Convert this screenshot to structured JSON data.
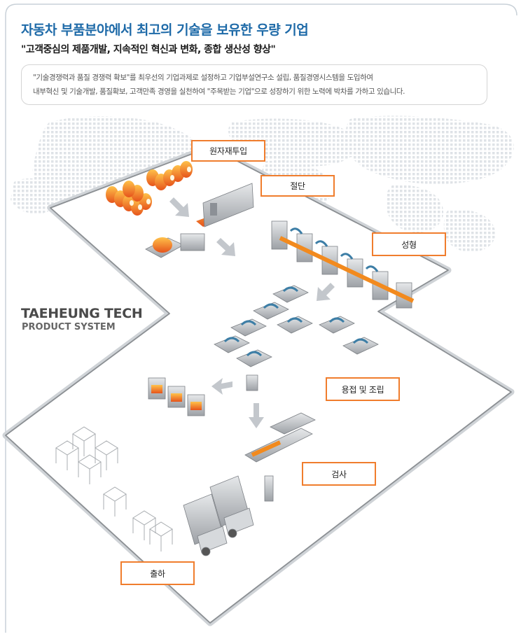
{
  "header": {
    "title": "자동차 부품분야에서 최고의 기술을 보유한 우량 기업",
    "subtitle": "\"고객중심의 제품개발, 지속적인 혁신과 변화, 종합 생산성 향상\"",
    "description_line1": "\"기술경쟁력과 품질 경쟁력 확보\"를 최우선의 기업과제로 설정하고 기업부설연구소 설립, 품질경영시스템을 도입하여",
    "description_line2": "내부혁신 및 기술개발, 품질확보, 고객만족 경영을 실천하여 \"주목받는 기업\"으로 성장하기 위한 노력에 박차를 가하고 있습니다."
  },
  "brand": {
    "line1": "TAEHEUNG TECH",
    "line2": "PRODUCT SYSTEM"
  },
  "steps": {
    "raw_material": "원자재투입",
    "cutting": "절단",
    "forming": "성형",
    "welding": "용접 및 조립",
    "inspection": "검사",
    "shipping": "출하"
  },
  "colors": {
    "accent": "#f07d2d",
    "title_blue": "#1e6aa8",
    "machine_gray": "#b9bcc0",
    "robot_blue": "#3d7ea6",
    "material_orange": "#f28a1e"
  }
}
